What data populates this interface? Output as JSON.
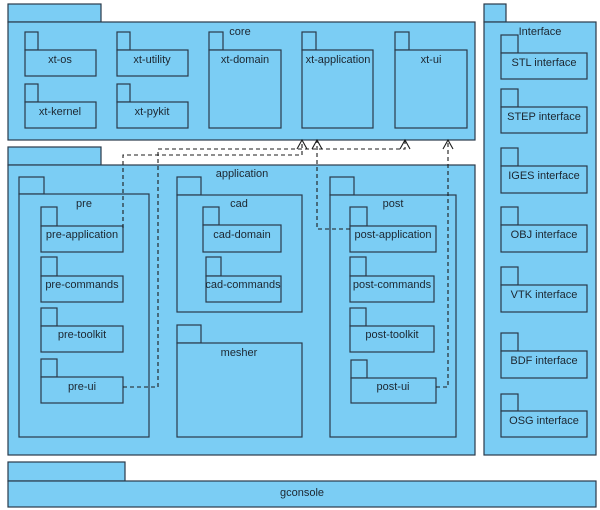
{
  "diagram": {
    "type": "UML package diagram",
    "colors": {
      "package_fill": "#7bcdf4",
      "package_stroke": "#2a3a4a",
      "dependency_line": "#1c1c1c"
    },
    "packages": {
      "core": {
        "label": "core",
        "children": {
          "xt_os": "xt-os",
          "xt_utility": "xt-utility",
          "xt_kernel": "xt-kernel",
          "xt_pykit": "xt-pykit",
          "xt_domain": "xt-domain",
          "xt_application": "xt-application",
          "xt_ui": "xt-ui"
        }
      },
      "interface": {
        "label": "Interface",
        "children": {
          "stl": "STL interface",
          "step": "STEP interface",
          "iges": "IGES interface",
          "obj": "OBJ interface",
          "vtk": "VTK interface",
          "bdf": "BDF interface",
          "osg": "OSG interface"
        }
      },
      "application": {
        "label": "application",
        "pre": {
          "label": "pre",
          "children": {
            "pre_application": "pre-application",
            "pre_commands": "pre-commands",
            "pre_toolkit": "pre-toolkit",
            "pre_ui": "pre-ui"
          }
        },
        "cad": {
          "label": "cad",
          "children": {
            "cad_domain": "cad-domain",
            "cad_commands": "cad-commands"
          }
        },
        "mesher": {
          "label": "mesher"
        },
        "post": {
          "label": "post",
          "children": {
            "post_application": "post-application",
            "post_commands": "post-commands",
            "post_toolkit": "post-toolkit",
            "post_ui": "post-ui"
          }
        }
      },
      "gconsole": {
        "label": "gconsole"
      }
    },
    "dependencies": [
      {
        "from": "pre-application",
        "to": "xt-application",
        "style": "dashed"
      },
      {
        "from": "post-application",
        "to": "xt-application",
        "style": "dashed"
      },
      {
        "from": "pre-ui",
        "to": "xt-ui",
        "style": "dashed"
      },
      {
        "from": "post-ui",
        "to": "xt-ui",
        "style": "dashed"
      }
    ]
  }
}
